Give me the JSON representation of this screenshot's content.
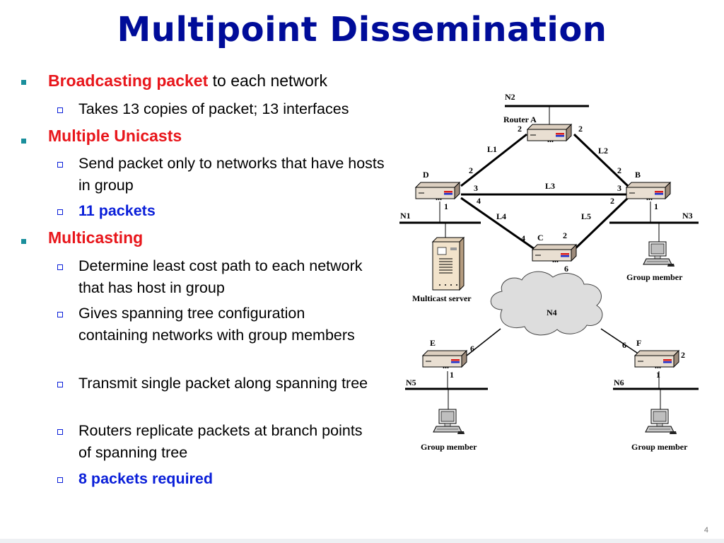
{
  "title": "Multipoint Dissemination",
  "bullets": [
    {
      "hl": "Broadcasting packet",
      "rest": " to each network"
    },
    {
      "hl": "Multiple Unicasts",
      "rest": ""
    },
    {
      "hl": "Multicasting",
      "rest": ""
    }
  ],
  "sub": [
    "Takes 13 copies of packet; 13 interfaces",
    "Send packet only to networks that have hosts in group",
    "11 packets",
    "Determine least cost path to each network that has host in group",
    "Gives spanning tree configuration containing networks with group members",
    "Transmit single packet along spanning tree",
    "Routers replicate packets at branch points of spanning tree",
    "8 packets required"
  ],
  "diagram": {
    "networks": [
      "N1",
      "N2",
      "N3",
      "N4",
      "N5",
      "N6"
    ],
    "routers": [
      "Router A",
      "B",
      "C",
      "D",
      "E",
      "F"
    ],
    "links": [
      "L1",
      "L2",
      "L3",
      "L4",
      "L5"
    ],
    "ports": [
      "2",
      "2",
      "2",
      "2",
      "3",
      "3",
      "4",
      "2",
      "1",
      "1",
      "4",
      "2",
      "6",
      "6",
      "6",
      "1",
      "2",
      "1"
    ],
    "captions": [
      "Multicast server",
      "Group member",
      "Group member",
      "Group member"
    ],
    "router_dots": "..."
  },
  "page_number": "4"
}
